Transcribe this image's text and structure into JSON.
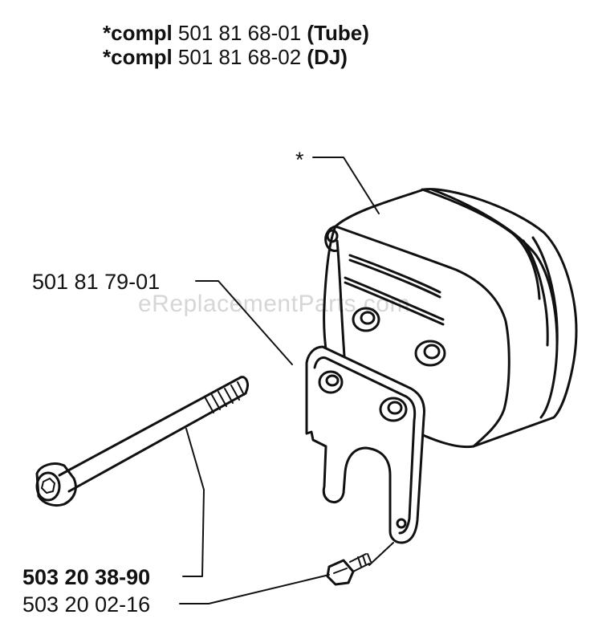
{
  "header": {
    "lines": [
      {
        "prefix": "*compl",
        "number": "501 81 68-01",
        "variant": "(Tube)"
      },
      {
        "prefix": "*compl",
        "number": "501 81 68-02",
        "variant": "(DJ)"
      }
    ]
  },
  "callouts": {
    "muffler": "*",
    "plate": "501 81 79-01",
    "bolt": "503 20 38-90",
    "screw": "503 20 02-16"
  },
  "watermark": "eReplacementParts.com"
}
